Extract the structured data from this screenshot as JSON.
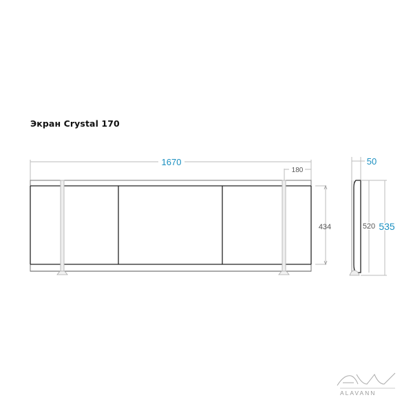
{
  "title": "Экран Crystal 170",
  "dimensions": {
    "total_width": "1670",
    "leg_offset": "180",
    "inner_height": "434",
    "depth": "50",
    "panel_height": "520",
    "total_height": "535"
  },
  "colors": {
    "accent_dimension": "#1a8fc0",
    "secondary_dimension": "#555555",
    "outline": "#222222",
    "leg": "#bbbbbb"
  },
  "logo": {
    "text": "ALAVANN",
    "icon": "alavann-logo-icon"
  }
}
